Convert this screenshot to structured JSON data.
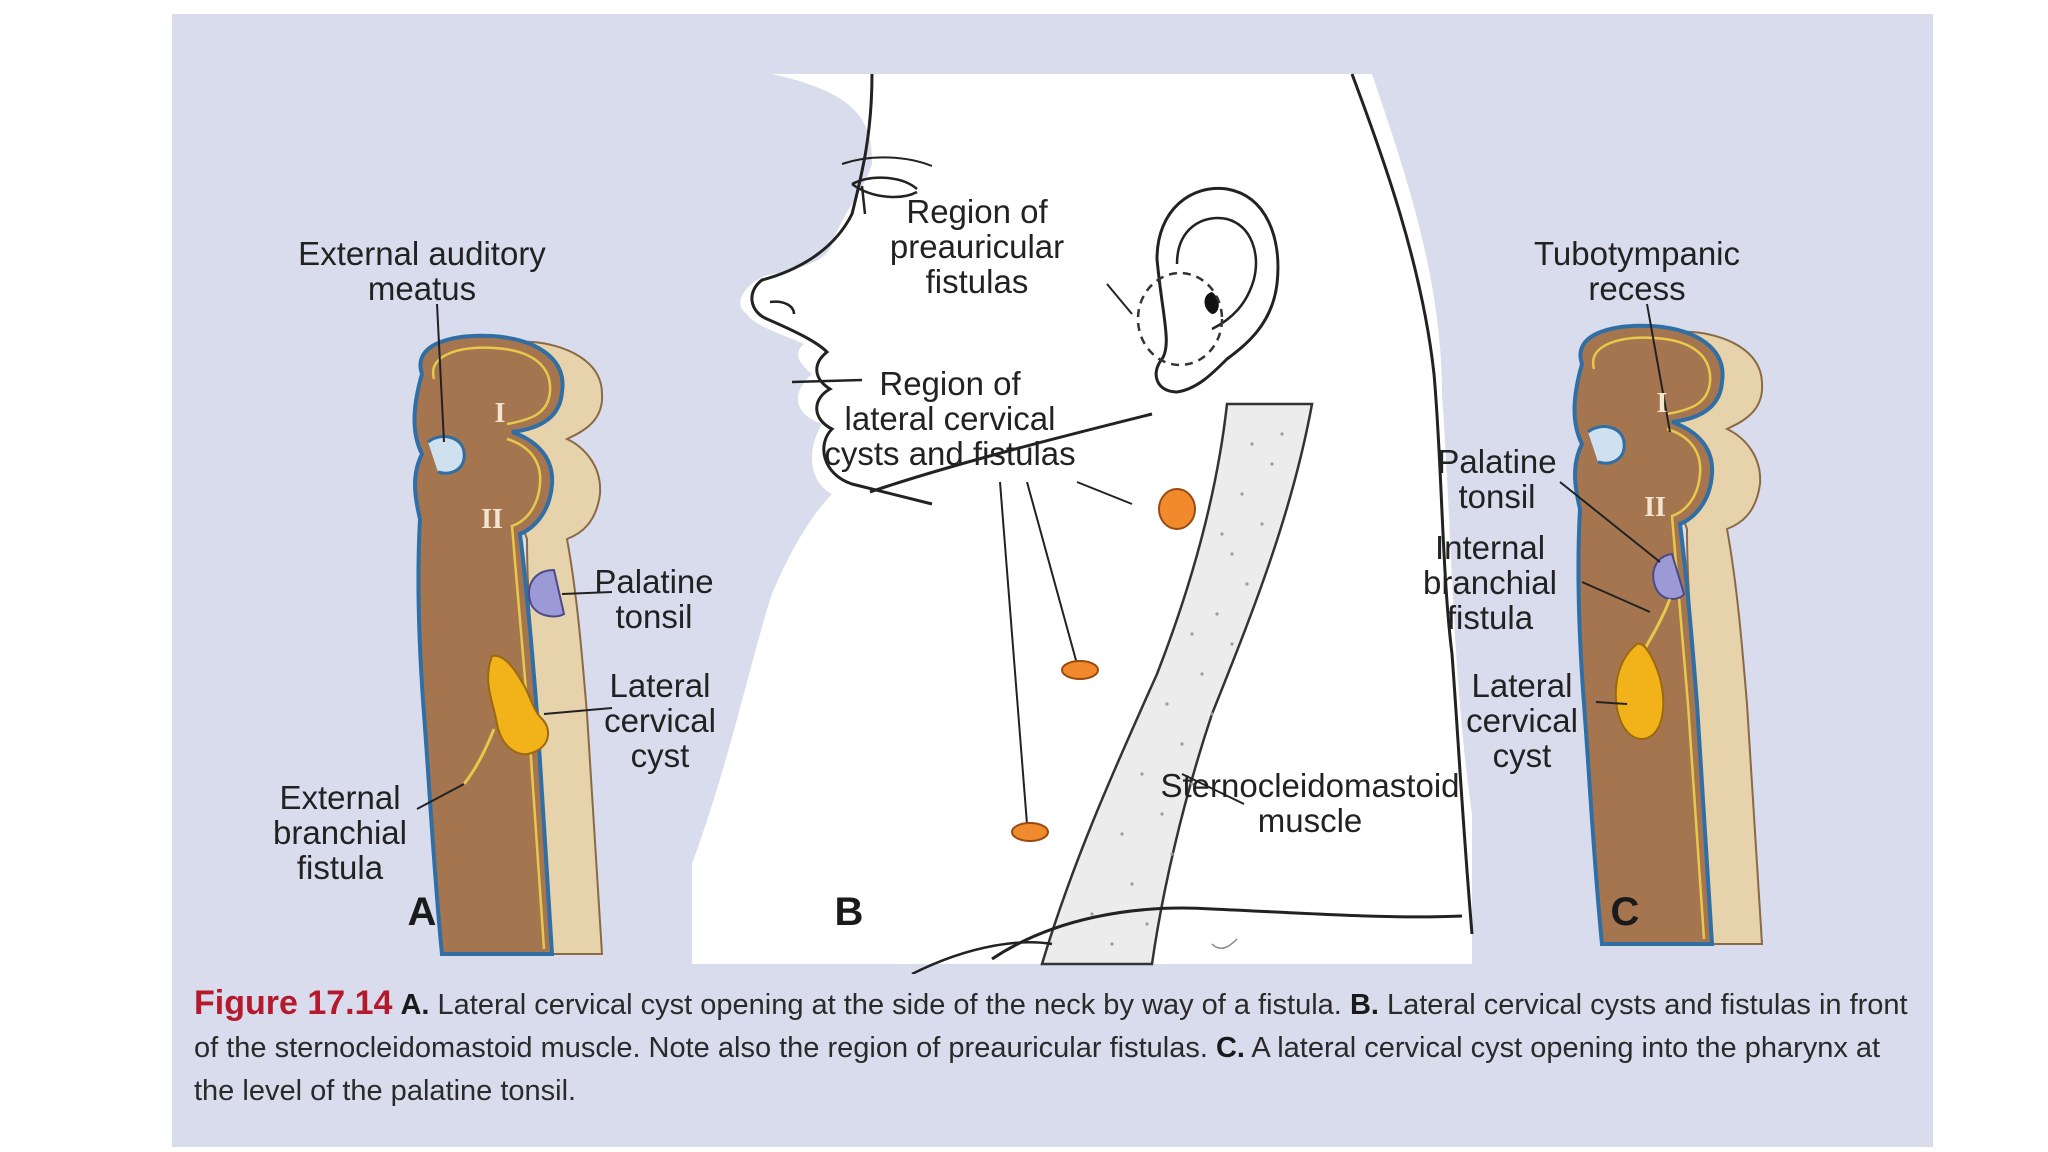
{
  "labels": {
    "a_external_auditory_meatus": "External auditory\nmeatus",
    "a_palatine_tonsil": "Palatine\ntonsil",
    "a_lateral_cervical_cyst": "Lateral\ncervical\ncyst",
    "a_external_branchial_fistula": "External\nbranchial\nfistula",
    "b_region_preauricular": "Region of\npreauricular\nfistulas",
    "b_region_lateral_cervical": "Region of\nlateral cervical\ncysts and fistulas",
    "b_sternocleidomastoid": "Sternocleidomastoid\nmuscle",
    "c_tubotympanic_recess": "Tubotympanic\nrecess",
    "c_palatine_tonsil": "Palatine\ntonsil",
    "c_internal_branchial_fistula": "Internal\nbranchial\nfistula",
    "c_lateral_cervical_cyst": "Lateral\ncervical\ncyst"
  },
  "panel_letters": {
    "a": "A",
    "b": "B",
    "c": "C"
  },
  "arch_numerals": {
    "a_one": "I",
    "a_two": "II",
    "c_one": "I",
    "c_two": "II"
  },
  "caption": {
    "figure_number": "Figure 17.14",
    "part_a_key": "A.",
    "part_a_text": " Lateral cervical cyst opening at the side of the neck by way of a fistula. ",
    "part_b_key": "B.",
    "part_b_text": " Lateral cervical cysts and fistulas in front of the sternocleidomastoid muscle. Note also the region of preauricular fistulas. ",
    "part_c_key": "C.",
    "part_c_text": " A lateral cervical cyst opening into the pharynx at the level of the palatine tonsil."
  },
  "colors": {
    "panel_background": "#d9dced",
    "tissue_brown": "#a57550",
    "arch_side": "#e6d2ab",
    "ectoderm_blue": "#2f6fa6",
    "yellow_line": "#e8c84a",
    "cyst_yellow": "#f2b21a",
    "tonsil_lavender": "#9c9ad6",
    "cyst_orange": "#f08a2c",
    "caption_red": "#b41a2b"
  }
}
